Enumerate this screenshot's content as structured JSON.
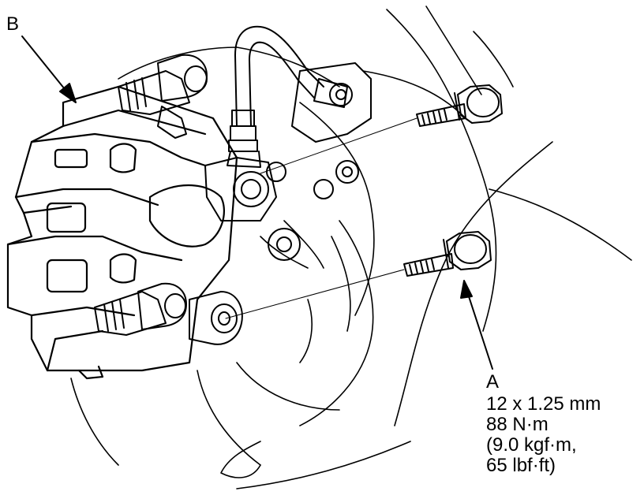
{
  "callouts": {
    "b": {
      "letter": "B"
    },
    "a": {
      "letter": "A",
      "spec_lines": [
        "12 x 1.25 mm",
        "88 N·m",
        "(9.0 kgf·m,",
        "65 lbf·ft)"
      ]
    }
  },
  "colors": {
    "line": "#000000",
    "background": "#ffffff"
  }
}
